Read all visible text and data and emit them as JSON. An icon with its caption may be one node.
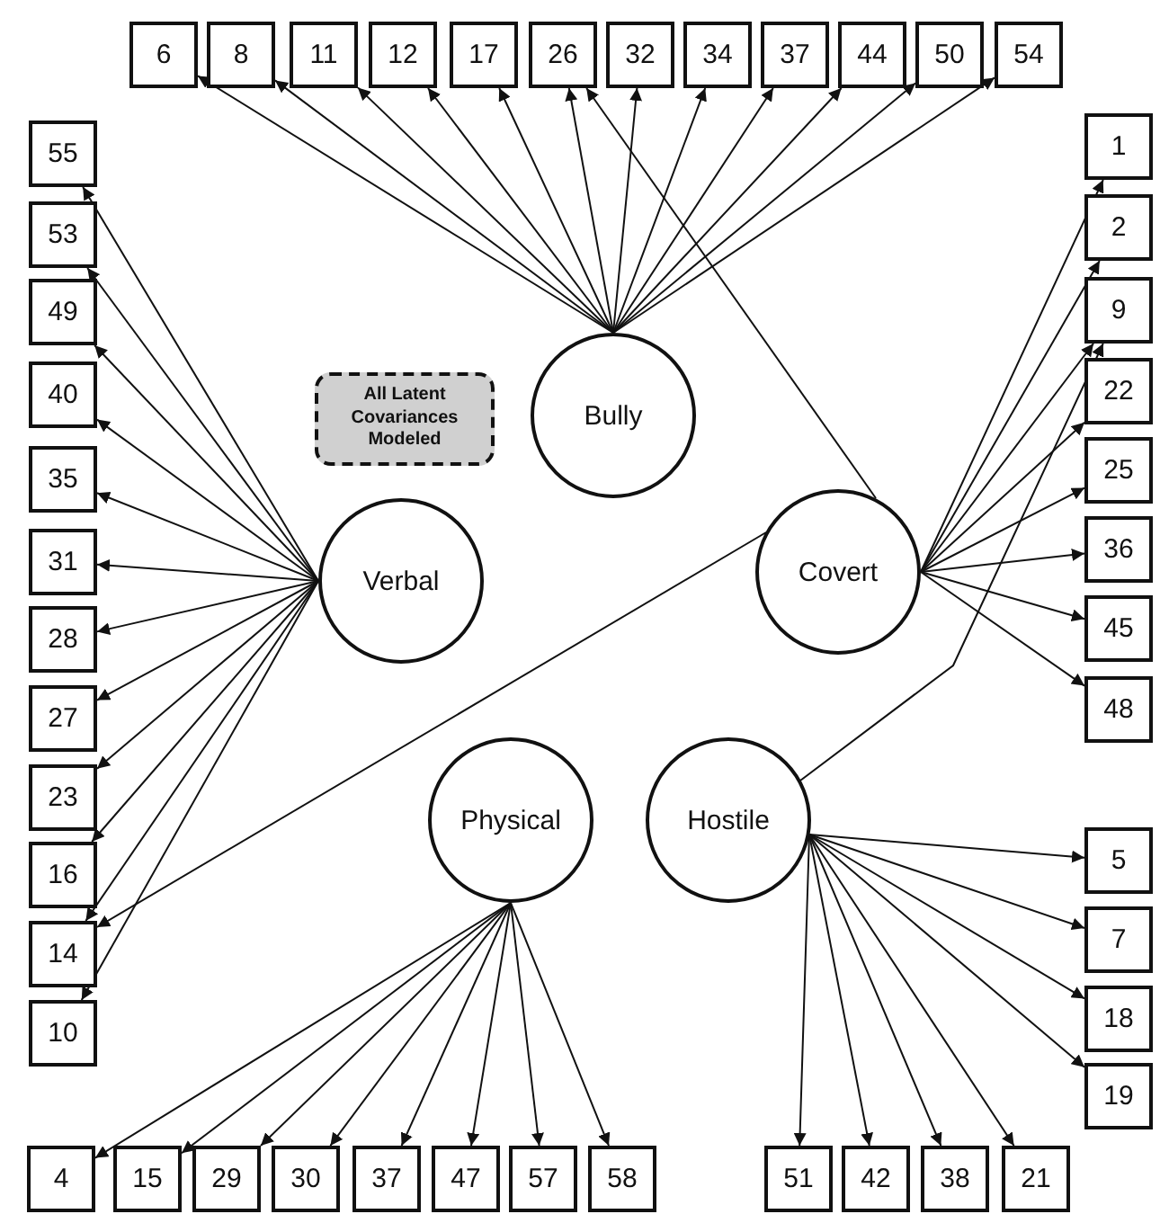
{
  "diagram": {
    "nodes": [
      {
        "text": [
          "6"
        ]
      },
      {
        "text": [
          "8"
        ]
      },
      {
        "text": [
          "11"
        ]
      },
      {
        "text": [
          "12"
        ]
      },
      {
        "text": [
          "17"
        ]
      },
      {
        "text": [
          "26"
        ]
      },
      {
        "text": [
          "32"
        ]
      },
      {
        "text": [
          "34"
        ]
      },
      {
        "text": [
          "37"
        ]
      },
      {
        "text": [
          "44"
        ]
      },
      {
        "text": [
          "50"
        ]
      },
      {
        "text": [
          "54"
        ]
      },
      {
        "text": [
          "55"
        ]
      },
      {
        "text": [
          "53"
        ]
      },
      {
        "text": [
          "49"
        ]
      },
      {
        "text": [
          "40"
        ]
      },
      {
        "text": [
          "35"
        ]
      },
      {
        "text": [
          "31"
        ]
      },
      {
        "text": [
          "28"
        ]
      },
      {
        "text": [
          "27"
        ]
      },
      {
        "text": [
          "23"
        ]
      },
      {
        "text": [
          "16"
        ]
      },
      {
        "text": [
          "14"
        ]
      },
      {
        "text": [
          "10"
        ]
      },
      {
        "text": [
          "All Latent Covariances Modeled"
        ]
      },
      {
        "text": [
          "Bully"
        ]
      },
      {
        "text": [
          "Verbal"
        ]
      },
      {
        "text": [
          "Covert"
        ]
      },
      {
        "text": [
          "Physical"
        ]
      },
      {
        "text": [
          "Hostile"
        ]
      },
      {
        "text": [
          "1"
        ]
      },
      {
        "text": [
          "2"
        ]
      },
      {
        "text": [
          "9"
        ]
      },
      {
        "text": [
          "22"
        ]
      },
      {
        "text": [
          "25"
        ]
      },
      {
        "text": [
          "36"
        ]
      },
      {
        "text": [
          "45"
        ]
      },
      {
        "text": [
          "48"
        ]
      },
      {
        "text": [
          "5"
        ]
      },
      {
        "text": [
          "7"
        ]
      },
      {
        "text": [
          "18"
        ]
      },
      {
        "text": [
          "19"
        ]
      },
      {
        "text": [
          "4"
        ]
      },
      {
        "text": [
          "15"
        ]
      },
      {
        "text": [
          "29"
        ]
      },
      {
        "text": [
          "30"
        ]
      },
      {
        "text": [
          "37"
        ]
      },
      {
        "text": [
          "47"
        ]
      },
      {
        "text": [
          "57"
        ]
      },
      {
        "text": [
          "58"
        ]
      },
      {
        "text": [
          "51"
        ]
      },
      {
        "text": [
          "42"
        ]
      },
      {
        "text": [
          "38"
        ]
      },
      {
        "text": [
          "21"
        ]
      }
    ],
    "edges": [
      {
        "from": 25,
        "to": 0,
        "arrow": "to"
      },
      {
        "from": 25,
        "to": 1,
        "arrow": "to"
      },
      {
        "from": 25,
        "to": 2,
        "arrow": "to"
      },
      {
        "from": 25,
        "to": 3,
        "arrow": "to"
      },
      {
        "from": 25,
        "to": 4,
        "arrow": "to"
      },
      {
        "from": 25,
        "to": 5,
        "arrow": "to"
      },
      {
        "from": 25,
        "to": 6,
        "arrow": "to"
      },
      {
        "from": 25,
        "to": 7,
        "arrow": "to"
      },
      {
        "from": 25,
        "to": 8,
        "arrow": "to"
      },
      {
        "from": 25,
        "to": 9,
        "arrow": "to"
      },
      {
        "from": 25,
        "to": 10,
        "arrow": "to"
      },
      {
        "from": 25,
        "to": 11,
        "arrow": "to"
      },
      {
        "from": 26,
        "to": 12,
        "arrow": "to"
      },
      {
        "from": 26,
        "to": 13,
        "arrow": "to"
      },
      {
        "from": 26,
        "to": 14,
        "arrow": "to"
      },
      {
        "from": 26,
        "to": 15,
        "arrow": "to"
      },
      {
        "from": 26,
        "to": 16,
        "arrow": "to"
      },
      {
        "from": 26,
        "to": 17,
        "arrow": "to"
      },
      {
        "from": 26,
        "to": 18,
        "arrow": "to"
      },
      {
        "from": 26,
        "to": 19,
        "arrow": "to"
      },
      {
        "from": 26,
        "to": 20,
        "arrow": "to"
      },
      {
        "from": 26,
        "to": 21,
        "arrow": "to"
      },
      {
        "from": 26,
        "to": 22,
        "arrow": "to"
      },
      {
        "from": 26,
        "to": 23,
        "arrow": "to"
      },
      {
        "from": 27,
        "to": 5,
        "arrow": "to"
      },
      {
        "from": 27,
        "to": 22,
        "arrow": "to"
      },
      {
        "from": 27,
        "to": 30,
        "arrow": "to"
      },
      {
        "from": 27,
        "to": 31,
        "arrow": "to"
      },
      {
        "from": 27,
        "to": 32,
        "arrow": "to"
      },
      {
        "from": 27,
        "to": 33,
        "arrow": "to"
      },
      {
        "from": 27,
        "to": 34,
        "arrow": "to"
      },
      {
        "from": 27,
        "to": 35,
        "arrow": "to"
      },
      {
        "from": 27,
        "to": 36,
        "arrow": "to"
      },
      {
        "from": 27,
        "to": 37,
        "arrow": "to"
      },
      {
        "from": 28,
        "to": 42,
        "arrow": "to"
      },
      {
        "from": 28,
        "to": 43,
        "arrow": "to"
      },
      {
        "from": 28,
        "to": 44,
        "arrow": "to"
      },
      {
        "from": 28,
        "to": 45,
        "arrow": "to"
      },
      {
        "from": 28,
        "to": 46,
        "arrow": "to"
      },
      {
        "from": 28,
        "to": 47,
        "arrow": "to"
      },
      {
        "from": 28,
        "to": 48,
        "arrow": "to"
      },
      {
        "from": 28,
        "to": 49,
        "arrow": "to"
      },
      {
        "from": 29,
        "to": 32,
        "arrow": "to"
      },
      {
        "from": 29,
        "to": 38,
        "arrow": "to"
      },
      {
        "from": 29,
        "to": 39,
        "arrow": "to"
      },
      {
        "from": 29,
        "to": 40,
        "arrow": "to"
      },
      {
        "from": 29,
        "to": 41,
        "arrow": "to"
      },
      {
        "from": 29,
        "to": 50,
        "arrow": "to"
      },
      {
        "from": 29,
        "to": 51,
        "arrow": "to"
      },
      {
        "from": 29,
        "to": 52,
        "arrow": "to"
      },
      {
        "from": 29,
        "to": 53,
        "arrow": "to"
      }
    ]
  }
}
